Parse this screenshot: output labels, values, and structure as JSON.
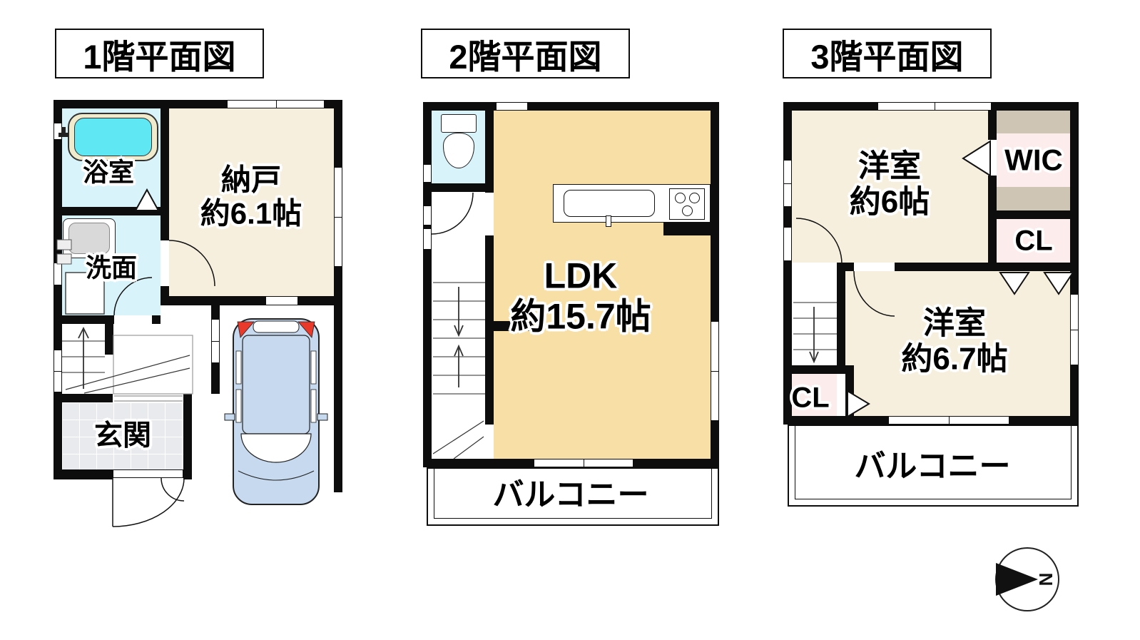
{
  "palette": {
    "wall": "#0d0d0d",
    "room_cream": "#f6efde",
    "ldk_tan": "#f7dfa6",
    "wet_area_cyan": "#d8f4fa",
    "closet_pink": "#fdecec",
    "closet_shelf_brown": "#cfc5b5",
    "entrance_tile_gray": "#e9eaee",
    "car_blue": "#c6d9ee",
    "bathtub_water": "#5fe7f3",
    "bathtub_rim": "#f1ebcd",
    "car_light_red": "#e8392b"
  },
  "floor1": {
    "title": "1階平面図",
    "bath": "浴室",
    "washroom": "洗面",
    "storage_name": "納戸",
    "storage_size": "約6.1帖",
    "entrance": "玄関"
  },
  "floor2": {
    "title": "2階平面図",
    "ldk_name": "LDK",
    "ldk_size": "約15.7帖",
    "balcony": "バルコニー"
  },
  "floor3": {
    "title": "3階平面図",
    "room_a_name": "洋室",
    "room_a_size": "約6帖",
    "wic": "WIC",
    "closet_upper": "CL",
    "room_b_name": "洋室",
    "room_b_size": "約6.7帖",
    "closet_lower": "CL",
    "balcony": "バルコニー"
  },
  "compass": {
    "north": "N"
  }
}
